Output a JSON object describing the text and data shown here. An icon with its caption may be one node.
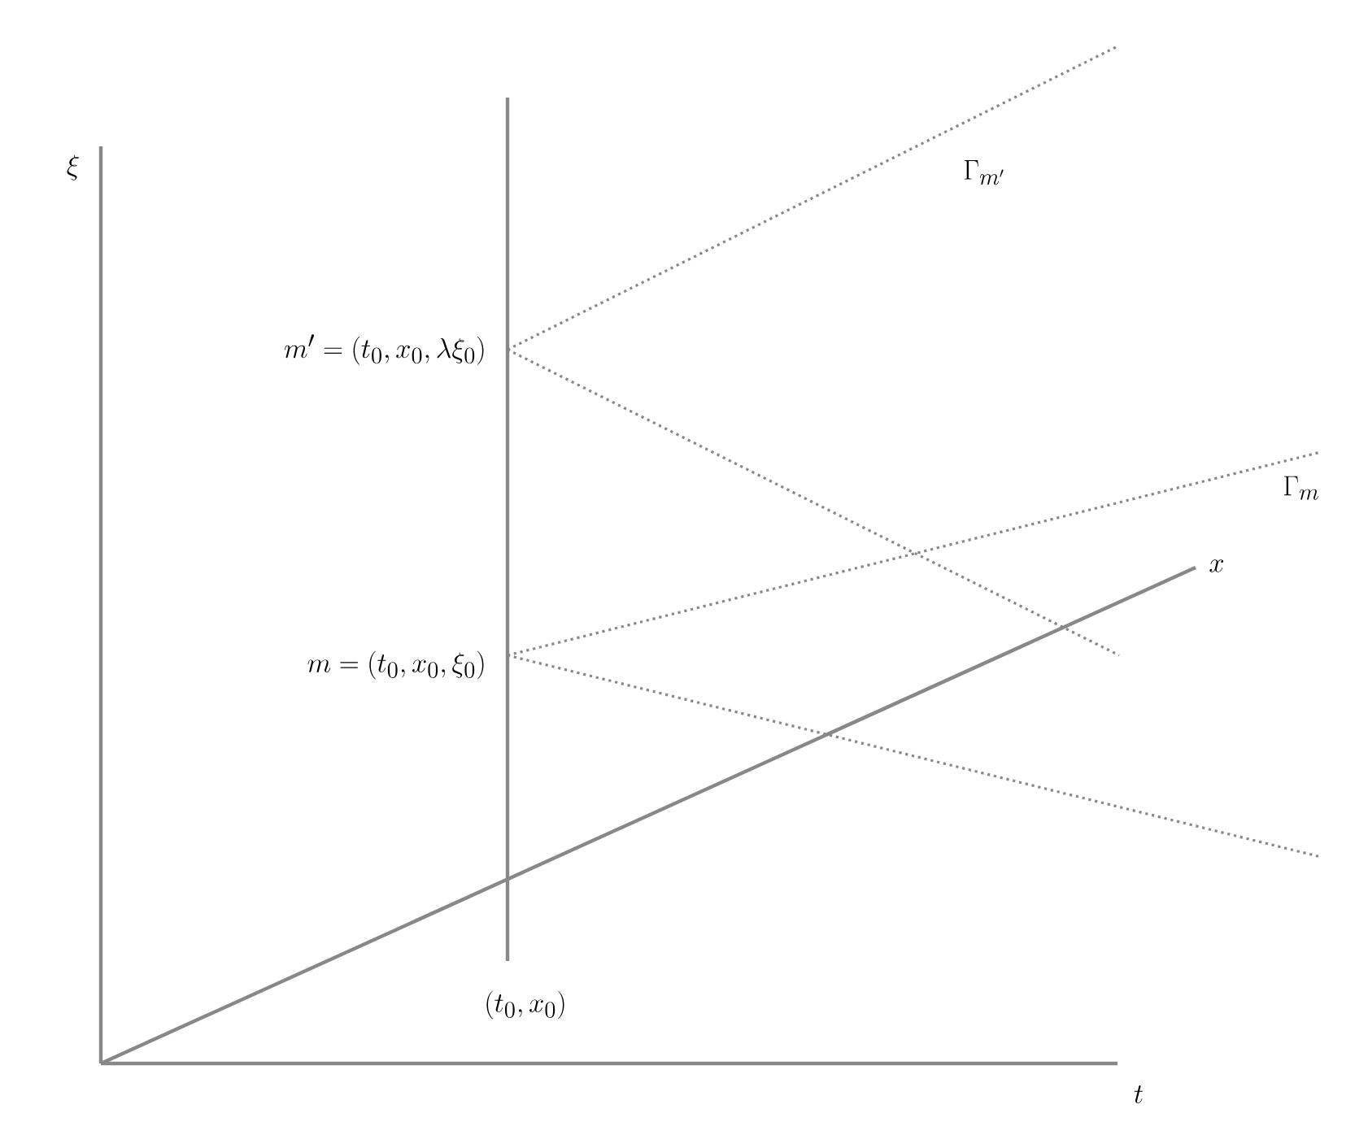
{
  "diagram": {
    "labels": [
      "\\xi",
      "m' = (t_0, x_0, \\lambda\\xi_0)",
      "\\Gamma_{m'}",
      "\\Gamma_m",
      "x",
      "m = (t_0, x_0, \\xi_0)",
      "(t_0, x_0)",
      "t"
    ]
  }
}
